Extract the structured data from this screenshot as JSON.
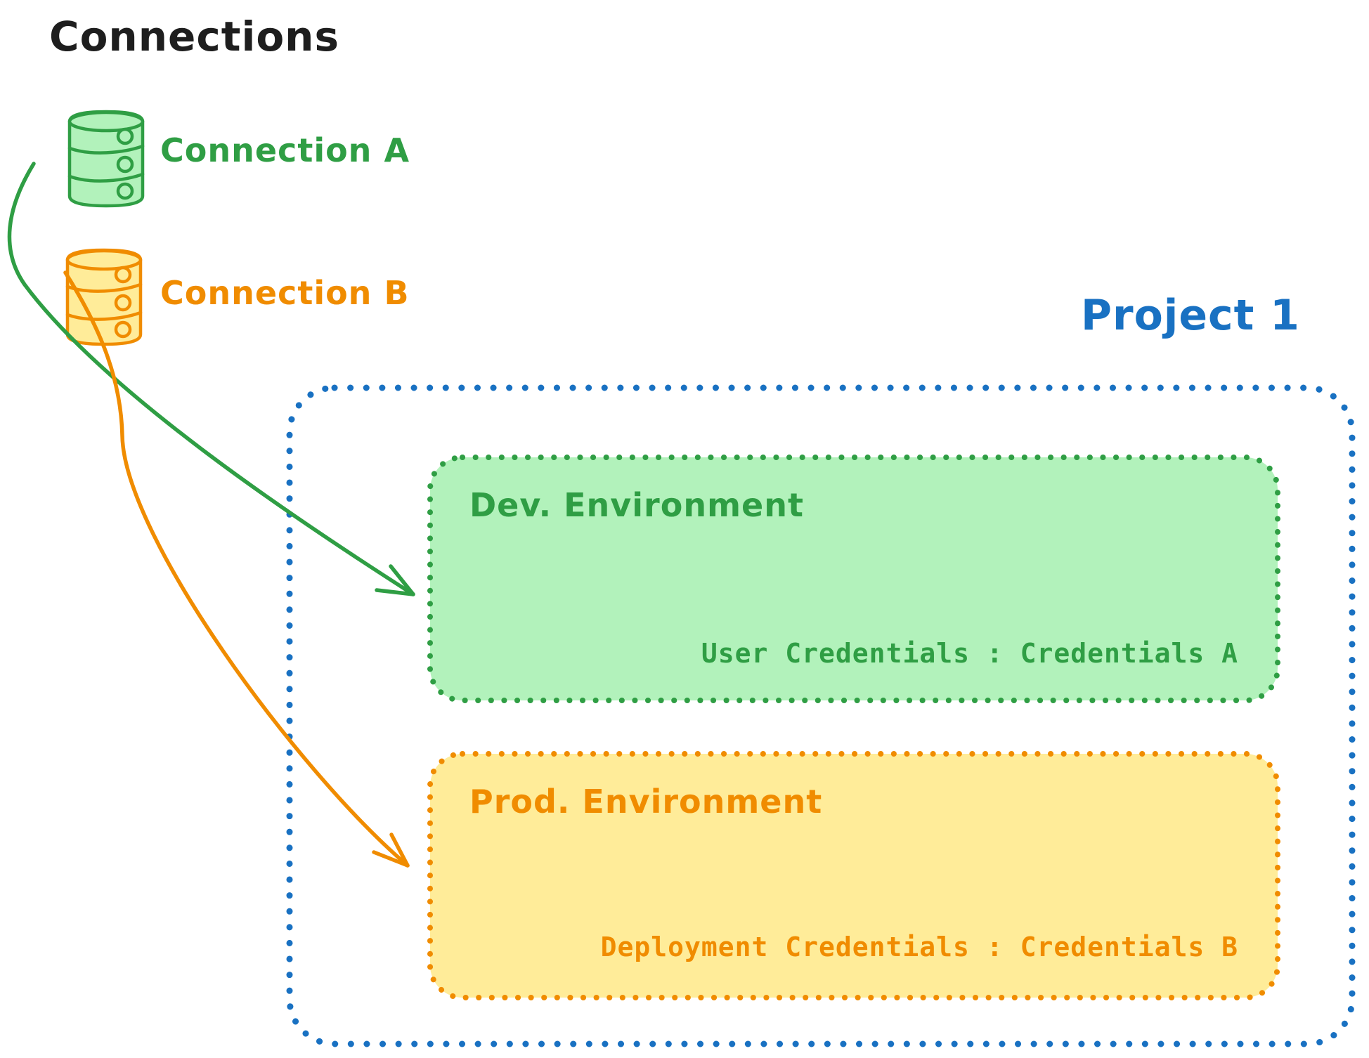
{
  "title": "Connections",
  "connections": [
    {
      "label": "Connection A",
      "icon": "database-icon",
      "stroke_color": "#2f9e44",
      "fill_color": "#b2f2bb"
    },
    {
      "label": "Connection B",
      "icon": "database-icon",
      "stroke_color": "#f08c00",
      "fill_color": "#ffec99"
    }
  ],
  "project": {
    "label": "Project 1",
    "border_color": "#1971c2",
    "environments": [
      {
        "name": "Dev. Environment",
        "credentials_label": "User Credentials : Credentials A",
        "stroke_color": "#2f9e44",
        "fill_color": "#b2f2bb"
      },
      {
        "name": "Prod. Environment",
        "credentials_label": "Deployment Credentials : Credentials B",
        "stroke_color": "#f08c00",
        "fill_color": "#ffec99"
      }
    ]
  },
  "colors": {
    "title_text": "#1e1e1e",
    "green": "#2f9e44",
    "green_fill": "#b2f2bb",
    "orange": "#f08c00",
    "yellow_fill": "#ffec99",
    "blue": "#1971c2",
    "background": "#ffffff"
  }
}
